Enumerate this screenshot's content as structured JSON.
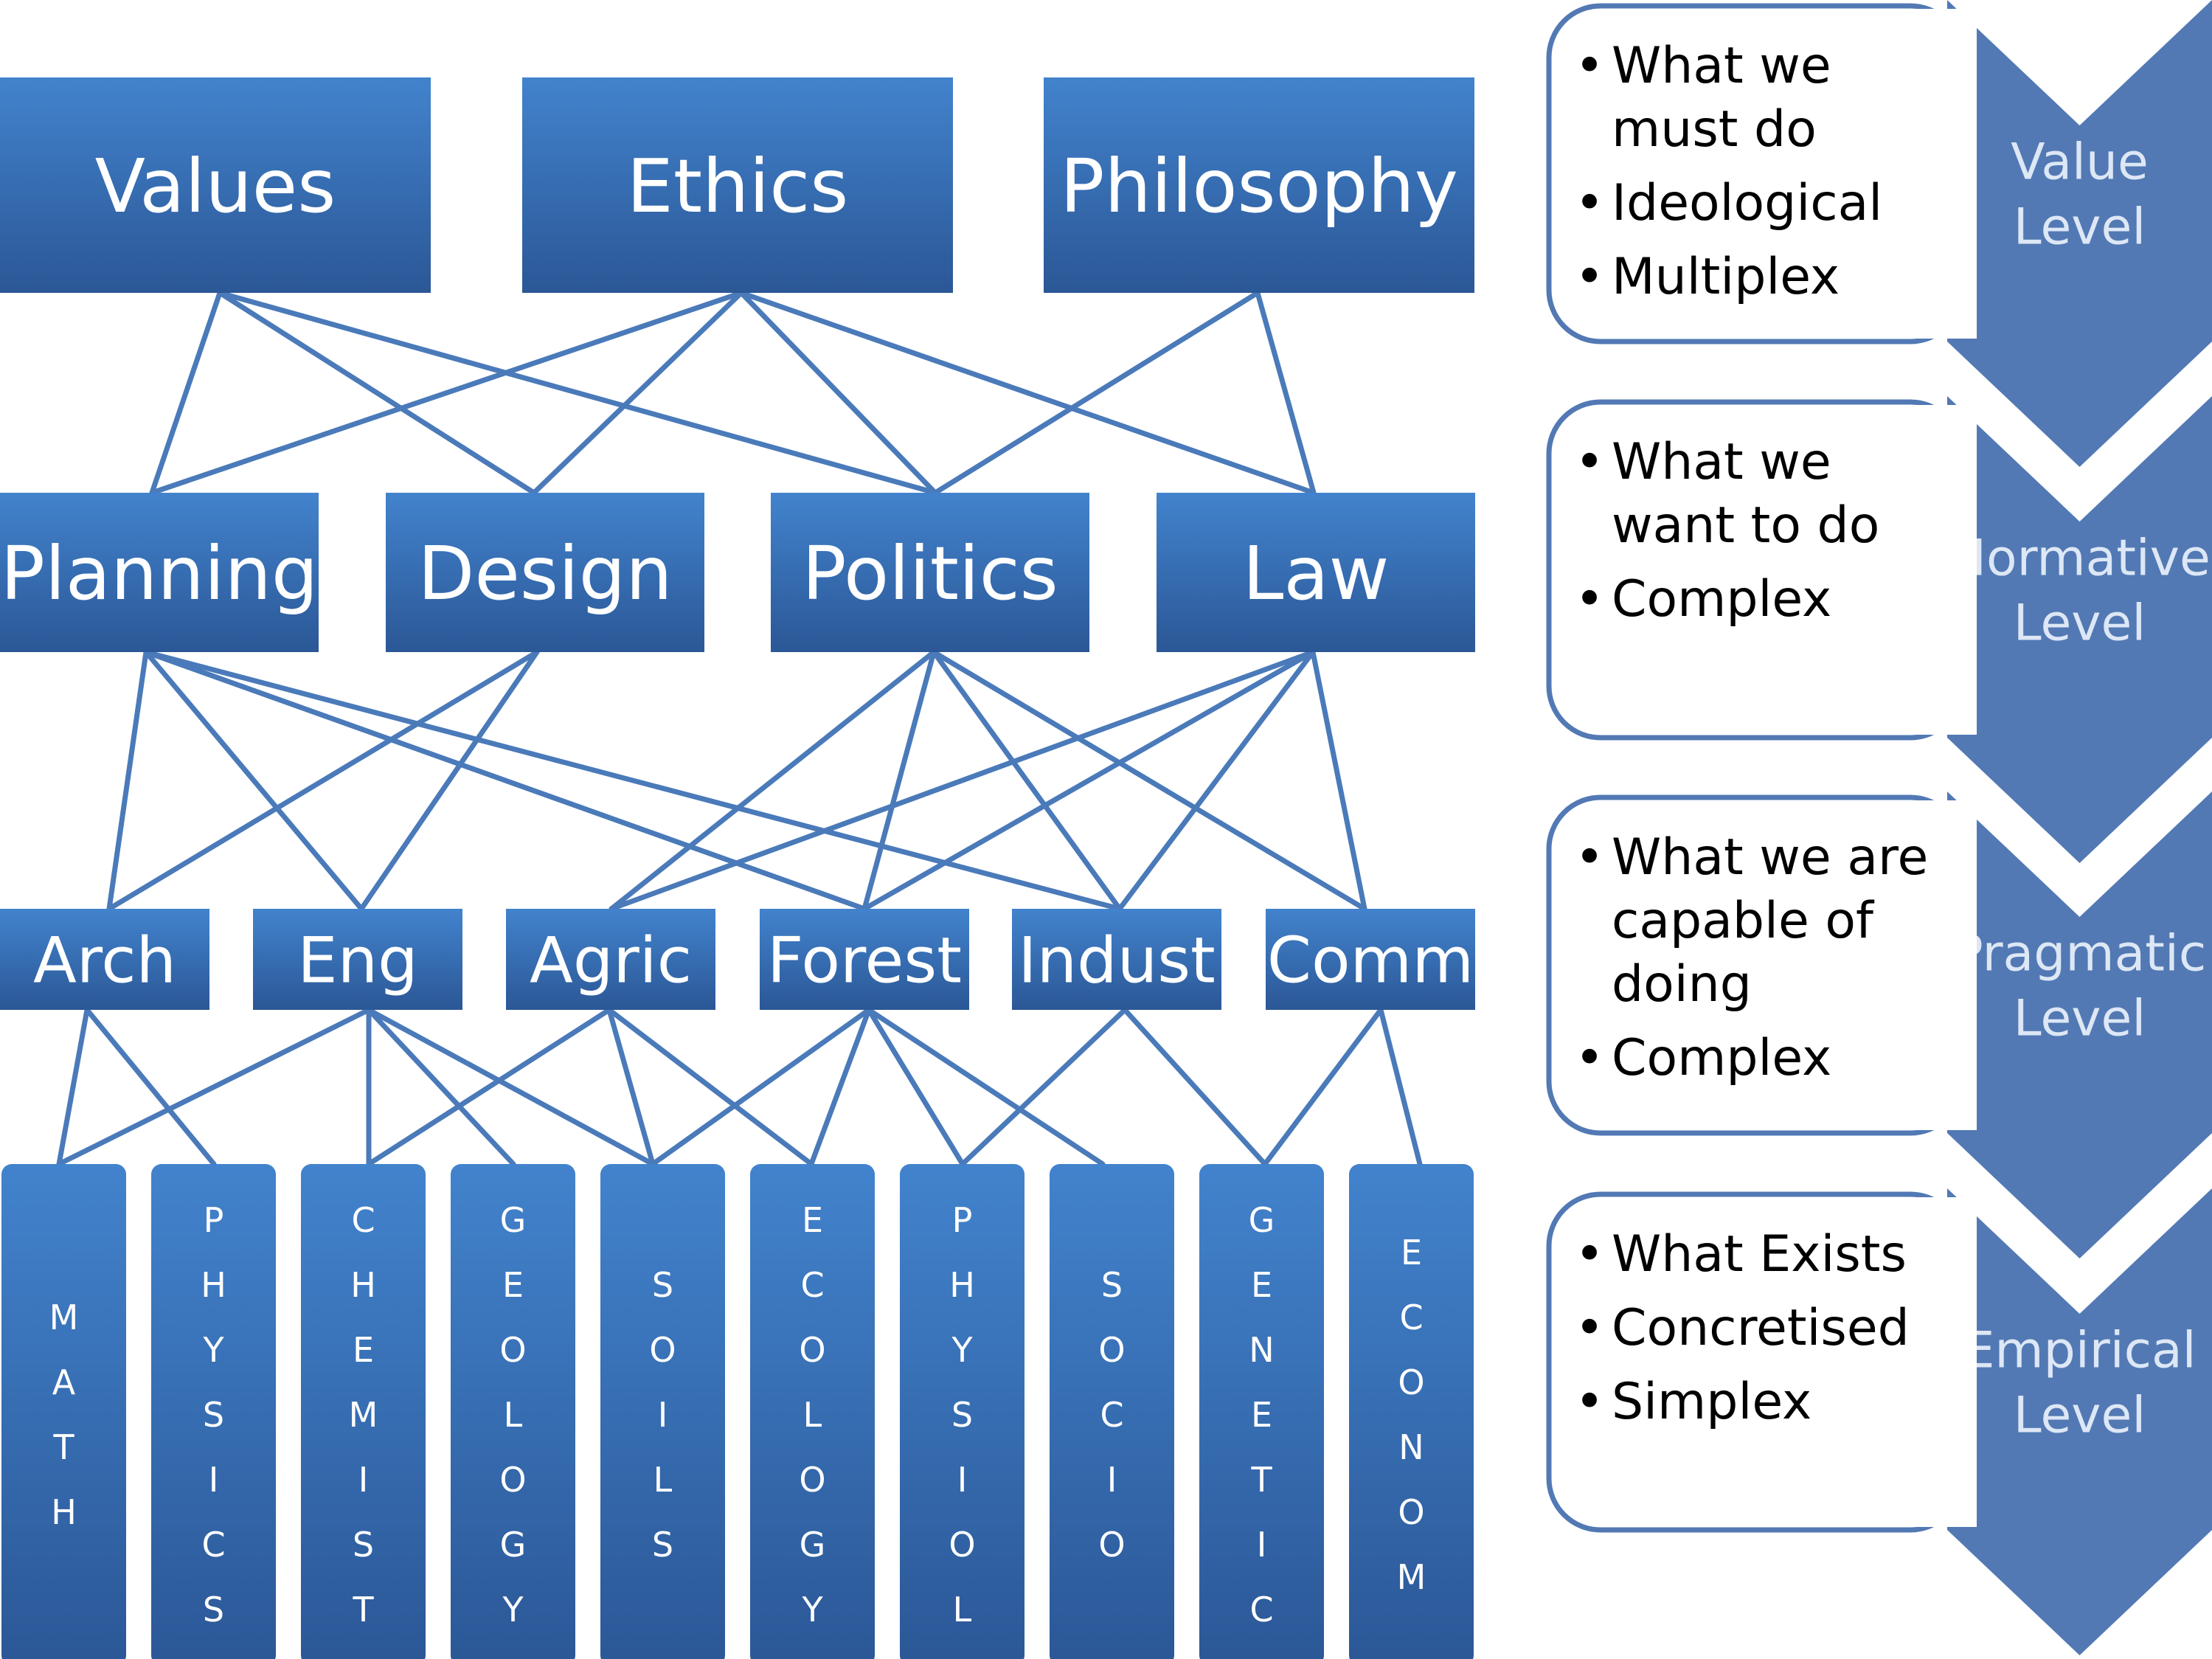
{
  "colors": {
    "box_top": "#4283cd",
    "box_bottom": "#2b5796",
    "connector": "#4a7ab9",
    "chevron": "#5279b4",
    "callout_border": "#5279b4",
    "chevron_text": "#dde7f5"
  },
  "tiers": {
    "values": [
      "Values",
      "Ethics",
      "Philosophy"
    ],
    "normative": [
      "Planning",
      "Design",
      "Politics",
      "Law"
    ],
    "pragmatic": [
      "Arch",
      "Eng",
      "Agric",
      "Forest",
      "Indust",
      "Comm"
    ],
    "empirical": [
      "MATH",
      "PHYSICS",
      "CHEMIST",
      "GEOLOGY",
      "SOILS",
      "ECOLOGY",
      "PHYSIOL",
      "SOCIO",
      "GENETIC",
      "ECONOM"
    ]
  },
  "levels": [
    {
      "name": [
        "Value",
        "Level"
      ],
      "bullets": [
        [
          "What we",
          "must do"
        ],
        [
          "Ideological"
        ],
        [
          "Multiplex"
        ]
      ]
    },
    {
      "name": [
        "Normative",
        "Level"
      ],
      "bullets": [
        [
          "What we",
          "want to do"
        ],
        [
          "Complex"
        ]
      ]
    },
    {
      "name": [
        "Pragmatic",
        "Level"
      ],
      "bullets": [
        [
          "What we are",
          "capable of",
          "doing"
        ],
        [
          "Complex"
        ]
      ]
    },
    {
      "name": [
        "Empirical",
        "Level"
      ],
      "bullets": [
        [
          "What Exists"
        ],
        [
          "Concretised"
        ],
        [
          "Simplex"
        ]
      ]
    }
  ]
}
